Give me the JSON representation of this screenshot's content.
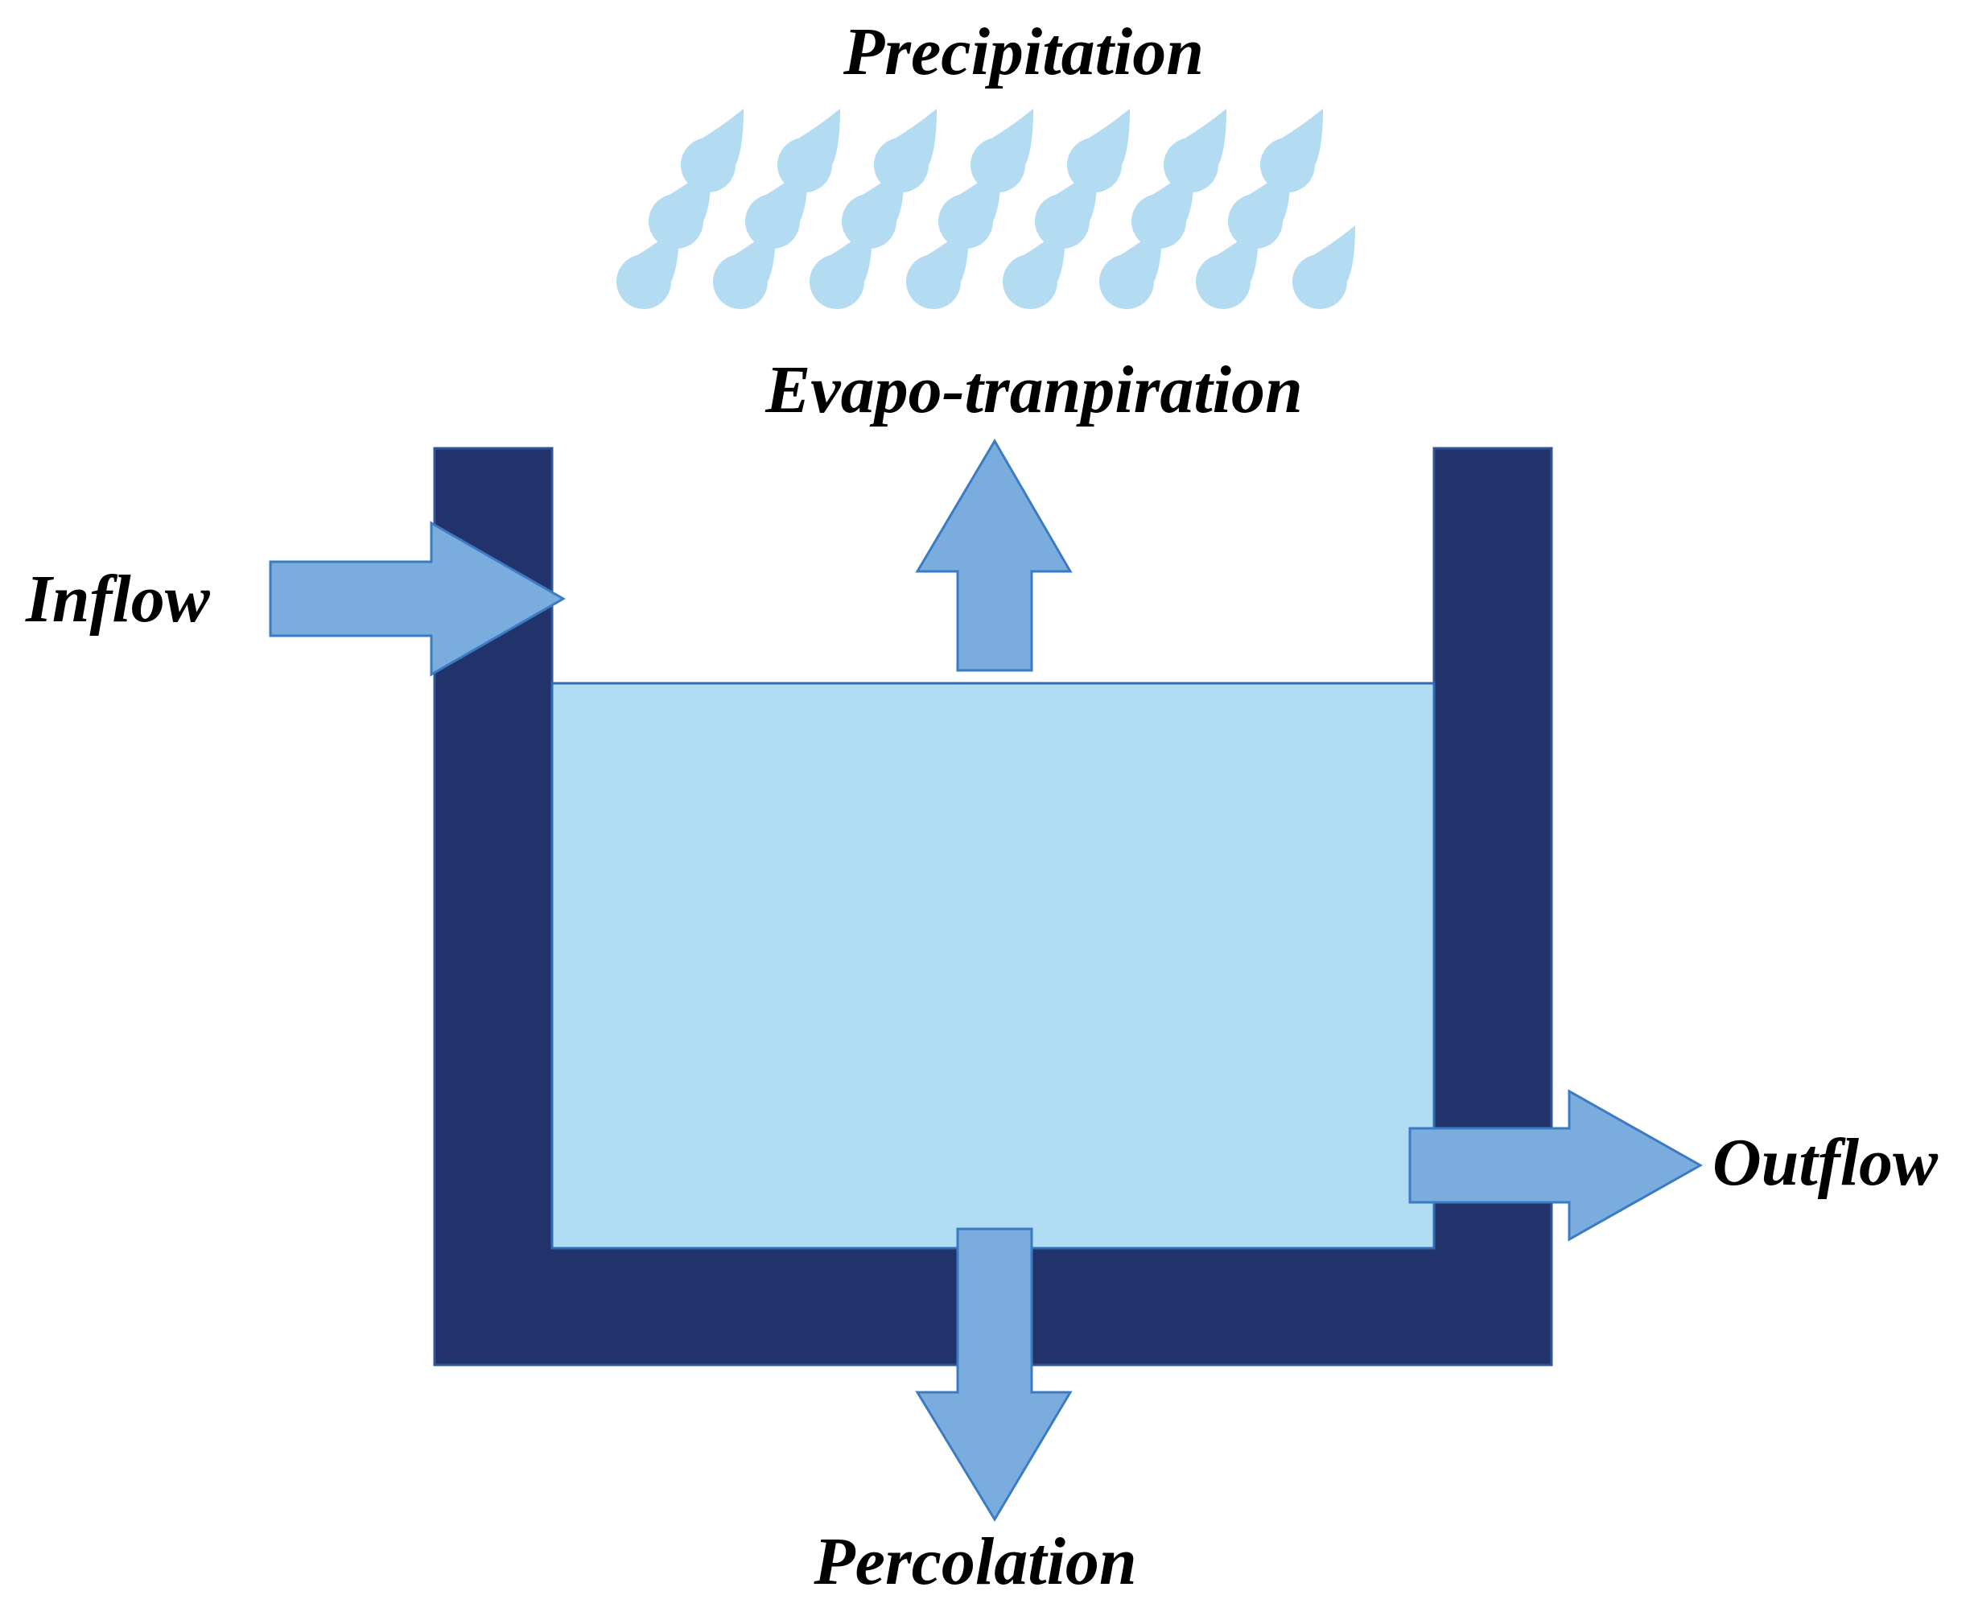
{
  "labels": {
    "precipitation": "Precipitation",
    "evapotranspiration": "Evapo-tranpiration",
    "inflow": "Inflow",
    "outflow": "Outflow",
    "percolation": "Percolation"
  },
  "colors": {
    "container": "#22336b",
    "container_stroke": "#2f5597",
    "water": "#b0dcf4",
    "water_stroke": "#2f6db0",
    "arrow": "#7aaddd",
    "arrow_stroke": "#3b7bc4",
    "raindrop": "#b3dcf2",
    "text": "#000000",
    "background": "#ffffff"
  },
  "icons": {
    "raindrop": "raindrop-icon"
  }
}
